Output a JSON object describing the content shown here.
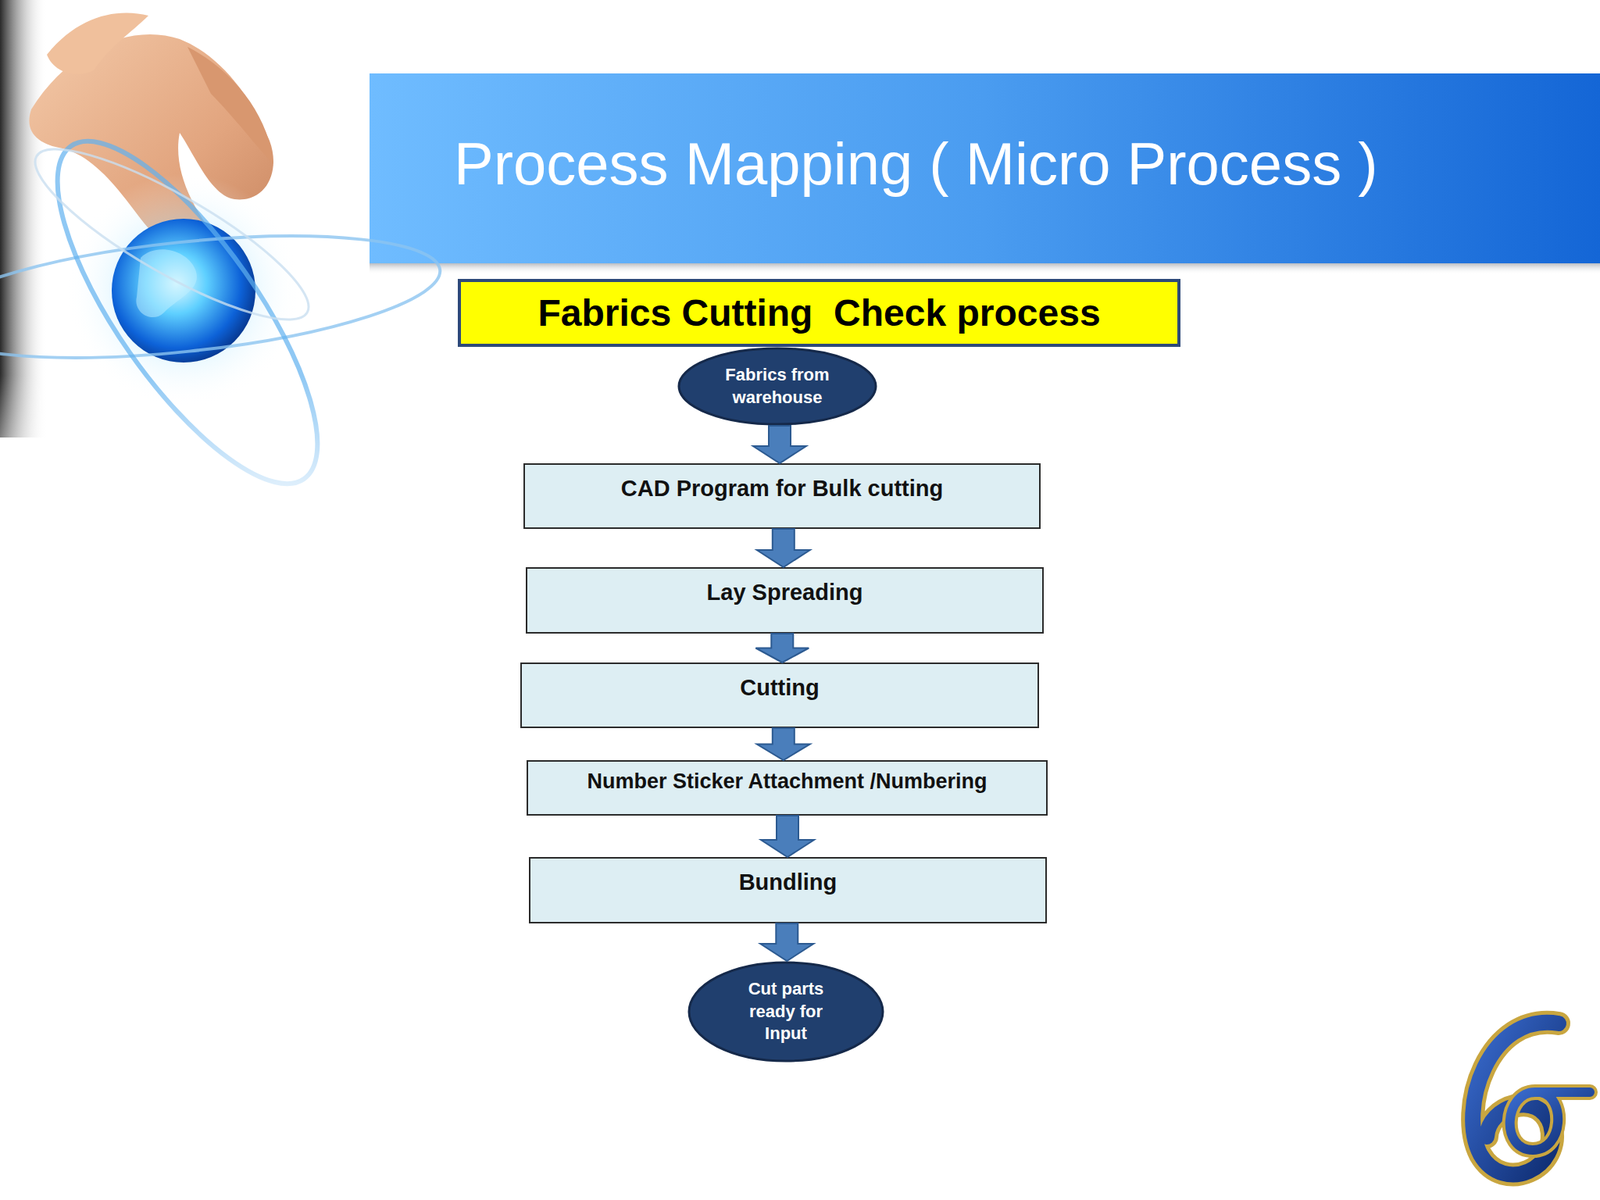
{
  "diagram": {
    "title": "Process Mapping ( Micro Process )",
    "nodes": [
      {
        "text": [
          "Fabrics Cutting  Check process"
        ]
      },
      {
        "text": [
          "Fabrics from warehouse"
        ]
      },
      {
        "text": [
          "CAD Program for Bulk cutting"
        ]
      },
      {
        "text": [
          "Lay Spreading"
        ]
      },
      {
        "text": [
          "Cutting"
        ]
      },
      {
        "text": [
          "Number Sticker Attachment /Numbering"
        ]
      },
      {
        "text": [
          "Bundling"
        ]
      },
      {
        "text": [
          "Cut parts ready for Input"
        ]
      }
    ],
    "edges": [
      {
        "from": 1,
        "to": 2,
        "arrow": "to"
      },
      {
        "from": 2,
        "to": 3,
        "arrow": "to"
      },
      {
        "from": 3,
        "to": 4,
        "arrow": "to"
      },
      {
        "from": 4,
        "to": 5,
        "arrow": "to"
      },
      {
        "from": 5,
        "to": 6,
        "arrow": "to"
      },
      {
        "from": 6,
        "to": 7,
        "arrow": "to"
      }
    ]
  }
}
